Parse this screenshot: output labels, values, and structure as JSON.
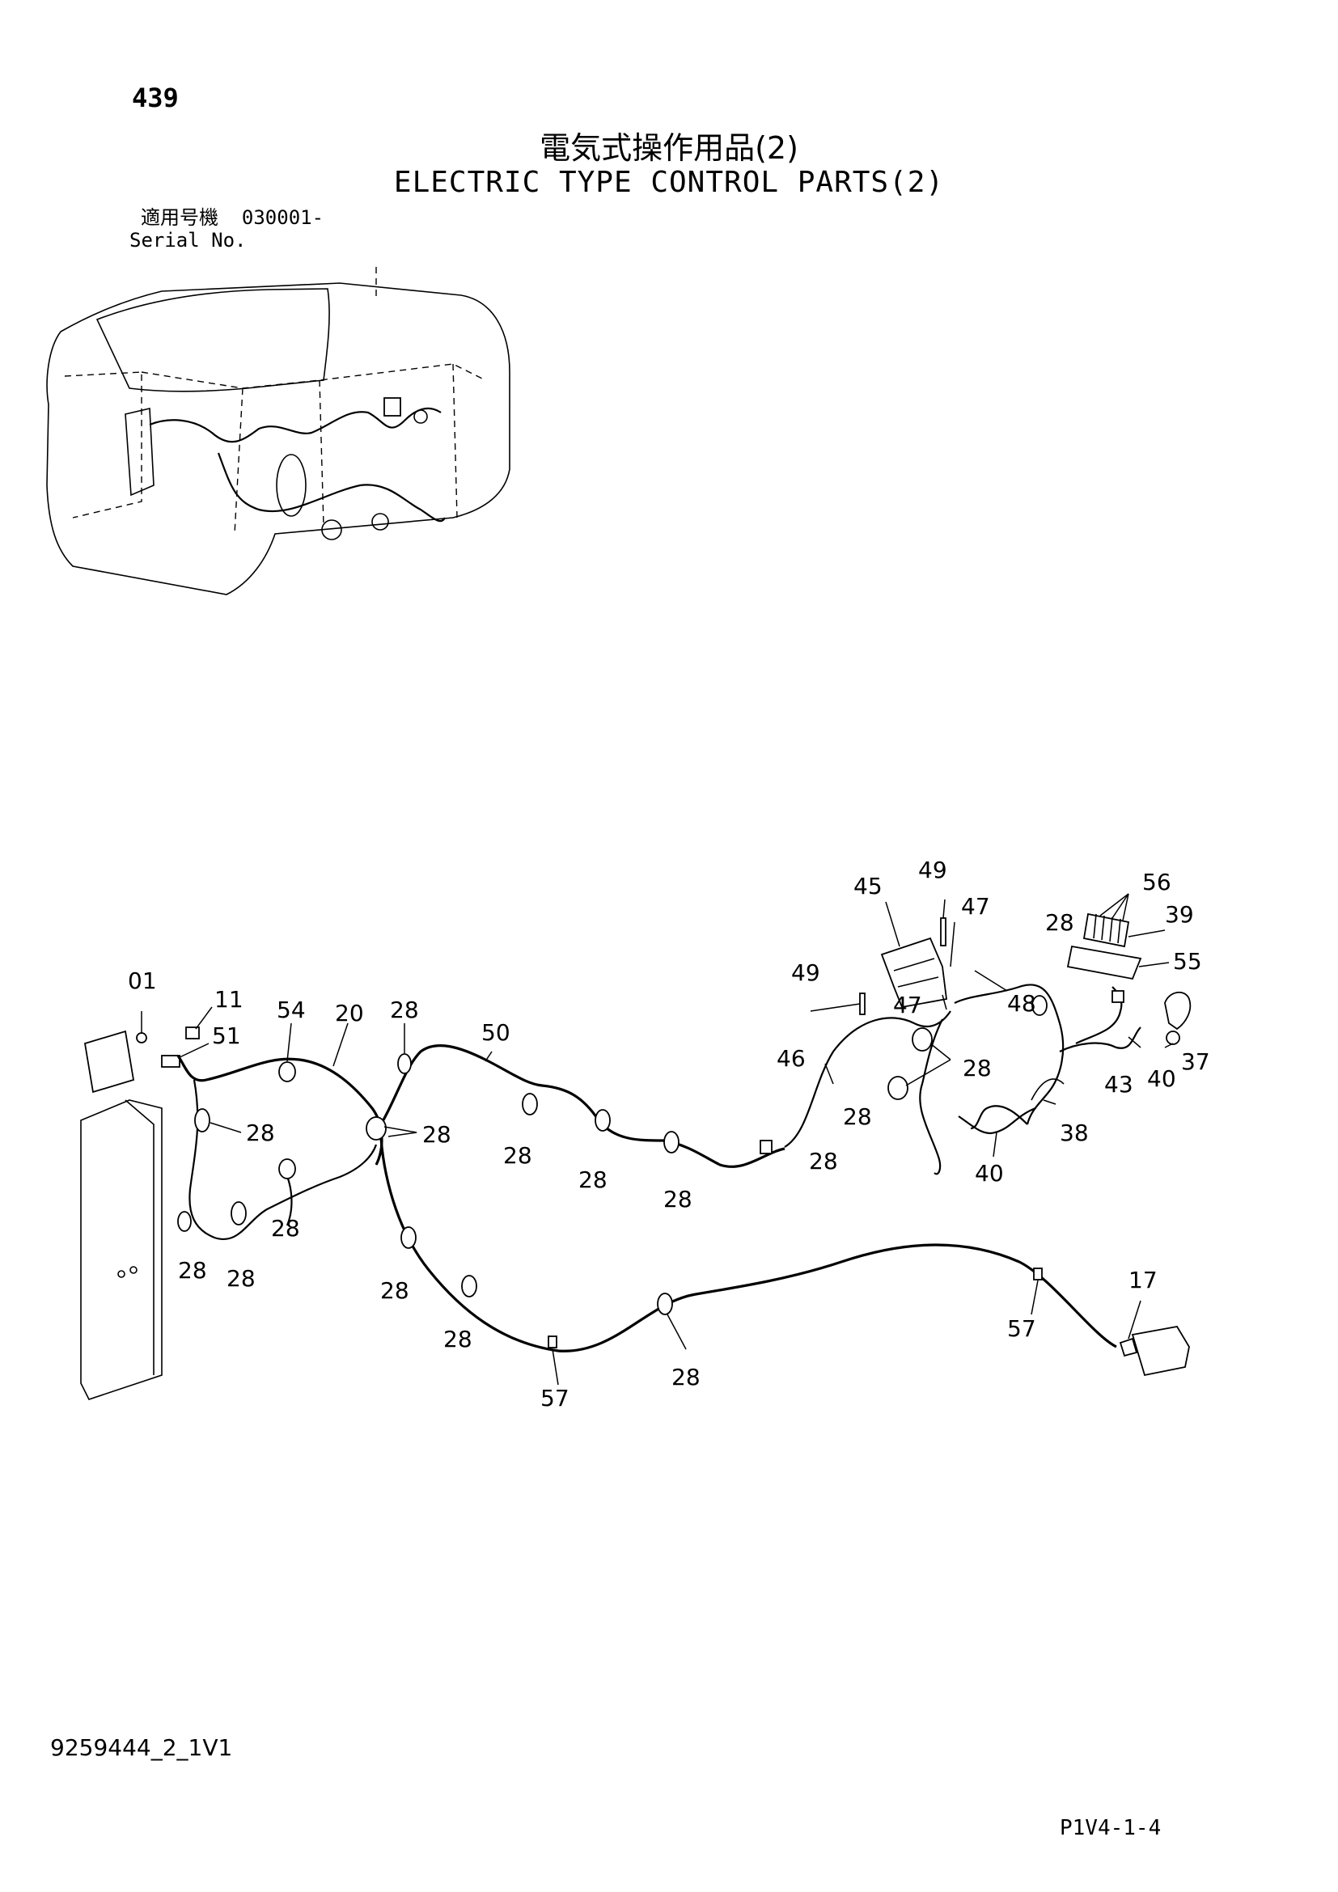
{
  "header": {
    "page_number": "439",
    "title_jp": "電気式操作用品(2)",
    "title_en": "ELECTRIC TYPE CONTROL PARTS(2)",
    "serial_label_jp": "適用号機",
    "serial_value": "030001-",
    "serial_label_en": "Serial No."
  },
  "footer": {
    "doc_id": "9259444_2_1V1",
    "page_ref": "P1V4-1-4"
  },
  "callouts": {
    "c01": "01",
    "c11": "11",
    "c51": "51",
    "c54": "54",
    "c20": "20",
    "c28a": "28",
    "c50": "50",
    "c28b": "28",
    "c28c": "28",
    "c28d": "28",
    "c28e": "28",
    "c28f": "28",
    "c28g": "28",
    "c28h": "28",
    "c28i": "28",
    "c28j": "28",
    "c28k": "28",
    "c28l": "28",
    "c28m": "28",
    "c28n": "28",
    "c28o": "28",
    "c28p": "28",
    "c57a": "57",
    "c57b": "57",
    "c17": "17",
    "c46": "46",
    "c45": "45",
    "c49a": "49",
    "c49b": "49",
    "c47a": "47",
    "c47b": "47",
    "c48": "48",
    "c56": "56",
    "c39": "39",
    "c55": "55",
    "c37": "37",
    "c40a": "40",
    "c40b": "40",
    "c43": "43",
    "c38": "38"
  }
}
